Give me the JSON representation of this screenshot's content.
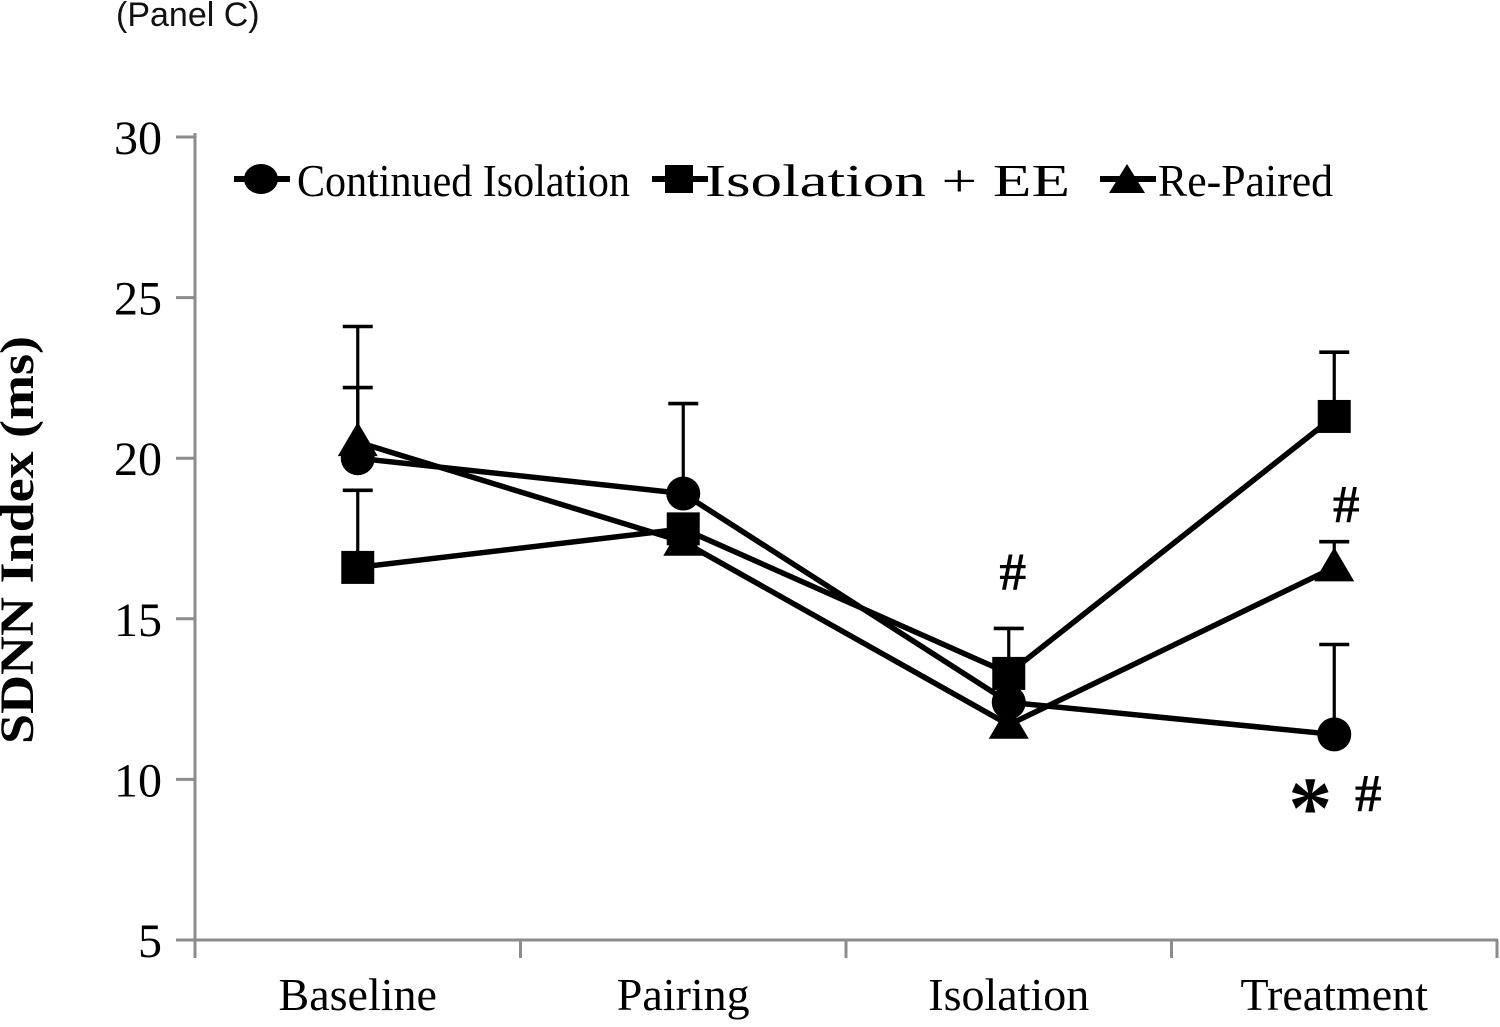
{
  "page": {
    "panel_label": "(Panel C)"
  },
  "chart_data": {
    "type": "line",
    "title": "(Panel C)",
    "ylabel": "SDNN Index (ms)",
    "xlabel": "",
    "ylim": [
      5,
      30
    ],
    "yticks": [
      30,
      25,
      20,
      15,
      10,
      5
    ],
    "categories": [
      "Baseline",
      "Pairing",
      "Isolation",
      "Treatment"
    ],
    "series": [
      {
        "name": "Continued Isolation",
        "marker": "circle",
        "values": [
          20.0,
          18.9,
          12.4,
          11.4
        ],
        "upper_errors": [
          2.2,
          2.8,
          null,
          2.8
        ]
      },
      {
        "name": "Isolation + EE",
        "marker": "square",
        "values": [
          16.6,
          17.8,
          13.3,
          21.3
        ],
        "upper_errors": [
          2.4,
          null,
          1.4,
          2.0
        ]
      },
      {
        "name": "Re-Paired",
        "marker": "triangle",
        "values": [
          20.5,
          17.4,
          11.7,
          16.6
        ],
        "upper_errors": [
          3.6,
          null,
          null,
          0.8
        ]
      }
    ],
    "annotations": [
      {
        "text": "#",
        "category": "Isolation",
        "y": 16.3,
        "dx": 4
      },
      {
        "text": "#",
        "category": "Treatment",
        "y": 18.4,
        "dx": 12
      },
      {
        "text": "*",
        "category": "Treatment",
        "y": 9.4,
        "dx": -24,
        "style": "asterisk"
      },
      {
        "text": "#",
        "category": "Treatment",
        "y": 9.4,
        "dx": 34
      }
    ],
    "legend": {
      "position": "top-inside",
      "items": [
        "Continued Isolation",
        "Isolation + EE",
        "Re-Paired"
      ]
    },
    "grid": false,
    "error_bars": "upper-only",
    "colors": {
      "data": "#000000",
      "axis": "#8c8c8c",
      "background": "#ffffff",
      "text": "#000000"
    }
  }
}
